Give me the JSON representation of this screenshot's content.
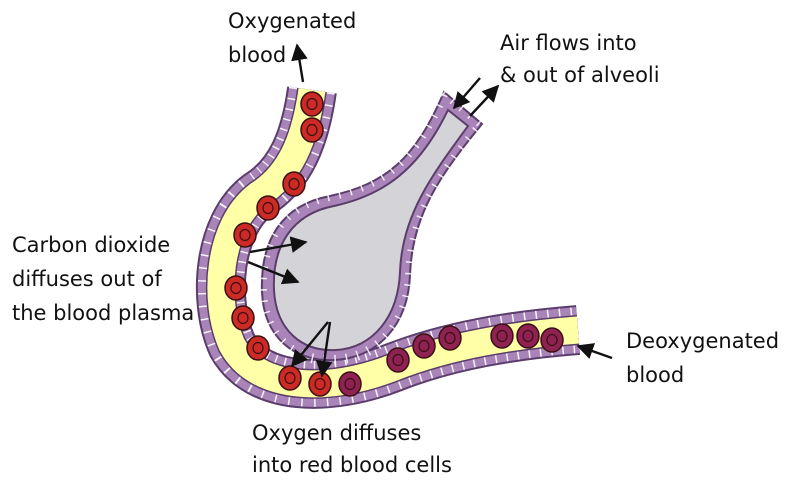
{
  "labels": {
    "oxygenated": [
      "Oxygenated",
      "blood"
    ],
    "air": [
      "Air flows into",
      "& out of alveoli"
    ],
    "co2": [
      "Carbon dioxide",
      "diffuses out of",
      "the blood plasma"
    ],
    "deoxygenated": [
      "Deoxygenated",
      "blood"
    ],
    "oxygen": [
      "Oxygen diffuses",
      "into red blood cells"
    ]
  },
  "colors": {
    "wall": "#a884b8",
    "wall_stroke": "#5b3d6b",
    "plasma": "#ffffa8",
    "alveolus": "#d4d4d8",
    "oxygenated_cell": "#cc2a26",
    "deoxygenated_cell": "#8e2252",
    "text": "#111111"
  },
  "icons": {
    "arrows": "arrow-icon",
    "red_blood_cells": "red-blood-cell-icon"
  }
}
